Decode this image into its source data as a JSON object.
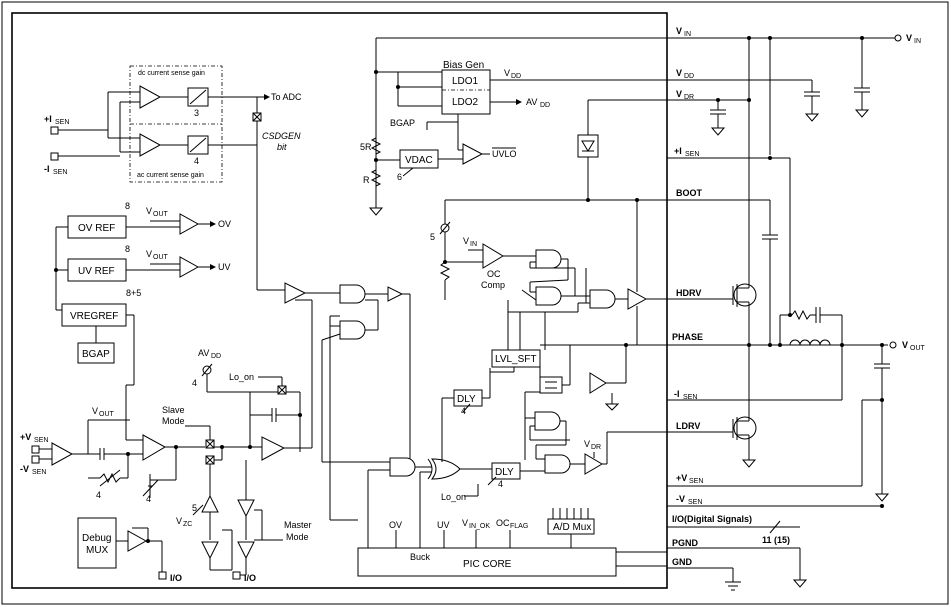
{
  "blocks": {
    "bias_gen": "Bias Gen",
    "ldo1": "LDO1",
    "ldo2": "LDO2",
    "vdac": "VDAC",
    "ov_ref": "OV REF",
    "uv_ref": "UV REF",
    "vregref": "VREGREF",
    "bgap": "BGAP",
    "lvl_sft": "LVL_SFT",
    "dly_top": "DLY",
    "dly_bottom": "DLY",
    "debug_mux_line1": "Debug",
    "debug_mux_line2": "MUX",
    "ad_mux": "A/D Mux",
    "pic_core": "PIC CORE"
  },
  "labels": {
    "dc_gain": "dc current sense gain",
    "ac_gain": "ac current sense gain",
    "to_adc": "To ADC",
    "csdgen": "CSDGEN",
    "bit": "bit",
    "bgap_ldo": "BGAP",
    "uvlo": "UVLO",
    "res_5r": "5R",
    "res_r": "R",
    "oc": "OC",
    "comp": "Comp",
    "ov": "OV",
    "uv": "UV",
    "lo_on_top": "Lo_on",
    "lo_on_bottom": "Lo_on",
    "slave": "Slave",
    "mode": "Mode",
    "master": "Master",
    "master_mode": "Mode",
    "io_left": "I/O",
    "io_right": "I/O",
    "buck": "Buck",
    "core_ov": "OV",
    "core_uv": "UV",
    "core_vin_ok": "V",
    "core_vin_ok_sub": "IN_OK",
    "core_ocflag": "OC",
    "core_ocflag_sub": "FLAG",
    "vdd_sub": "DD",
    "avdd_sub": "DD",
    "vout_sub": "OUT",
    "vin_sub": "IN",
    "vdr_sub": "DR",
    "vzc_sub": "ZC",
    "v_prefix": "V",
    "av_prefix": "AV",
    "isen_sub": "SEN",
    "plus_i": "+I",
    "minus_i": "-I",
    "plus_v": "+V",
    "minus_v": "-V"
  },
  "numbers": {
    "n3": "3",
    "n4_gain": "4",
    "n6": "6",
    "n8_ov": "8",
    "n8_uv": "8",
    "n8p5": "8+5",
    "n5_oc": "5",
    "n4_avdd": "4",
    "n4_dly": "4",
    "n4_dly2": "4",
    "n4_tune": "4",
    "n4_tune2": "4",
    "n5_vzc": "5",
    "bus_width": "11 (15)"
  },
  "pins": {
    "vin": "V",
    "vdd": "V",
    "vdr": "V",
    "isen_plus": "+I",
    "boot": "BOOT",
    "hdrv": "HDRV",
    "phase": "PHASE",
    "isen_minus": "-I",
    "ldrv": "LDRV",
    "vsen_plus": "+V",
    "vsen_minus": "-V",
    "io_digital": "I/O(Digital Signals)",
    "pgnd": "PGND",
    "gnd": "GND"
  },
  "outputs": {
    "vin": "V",
    "vout": "V"
  }
}
